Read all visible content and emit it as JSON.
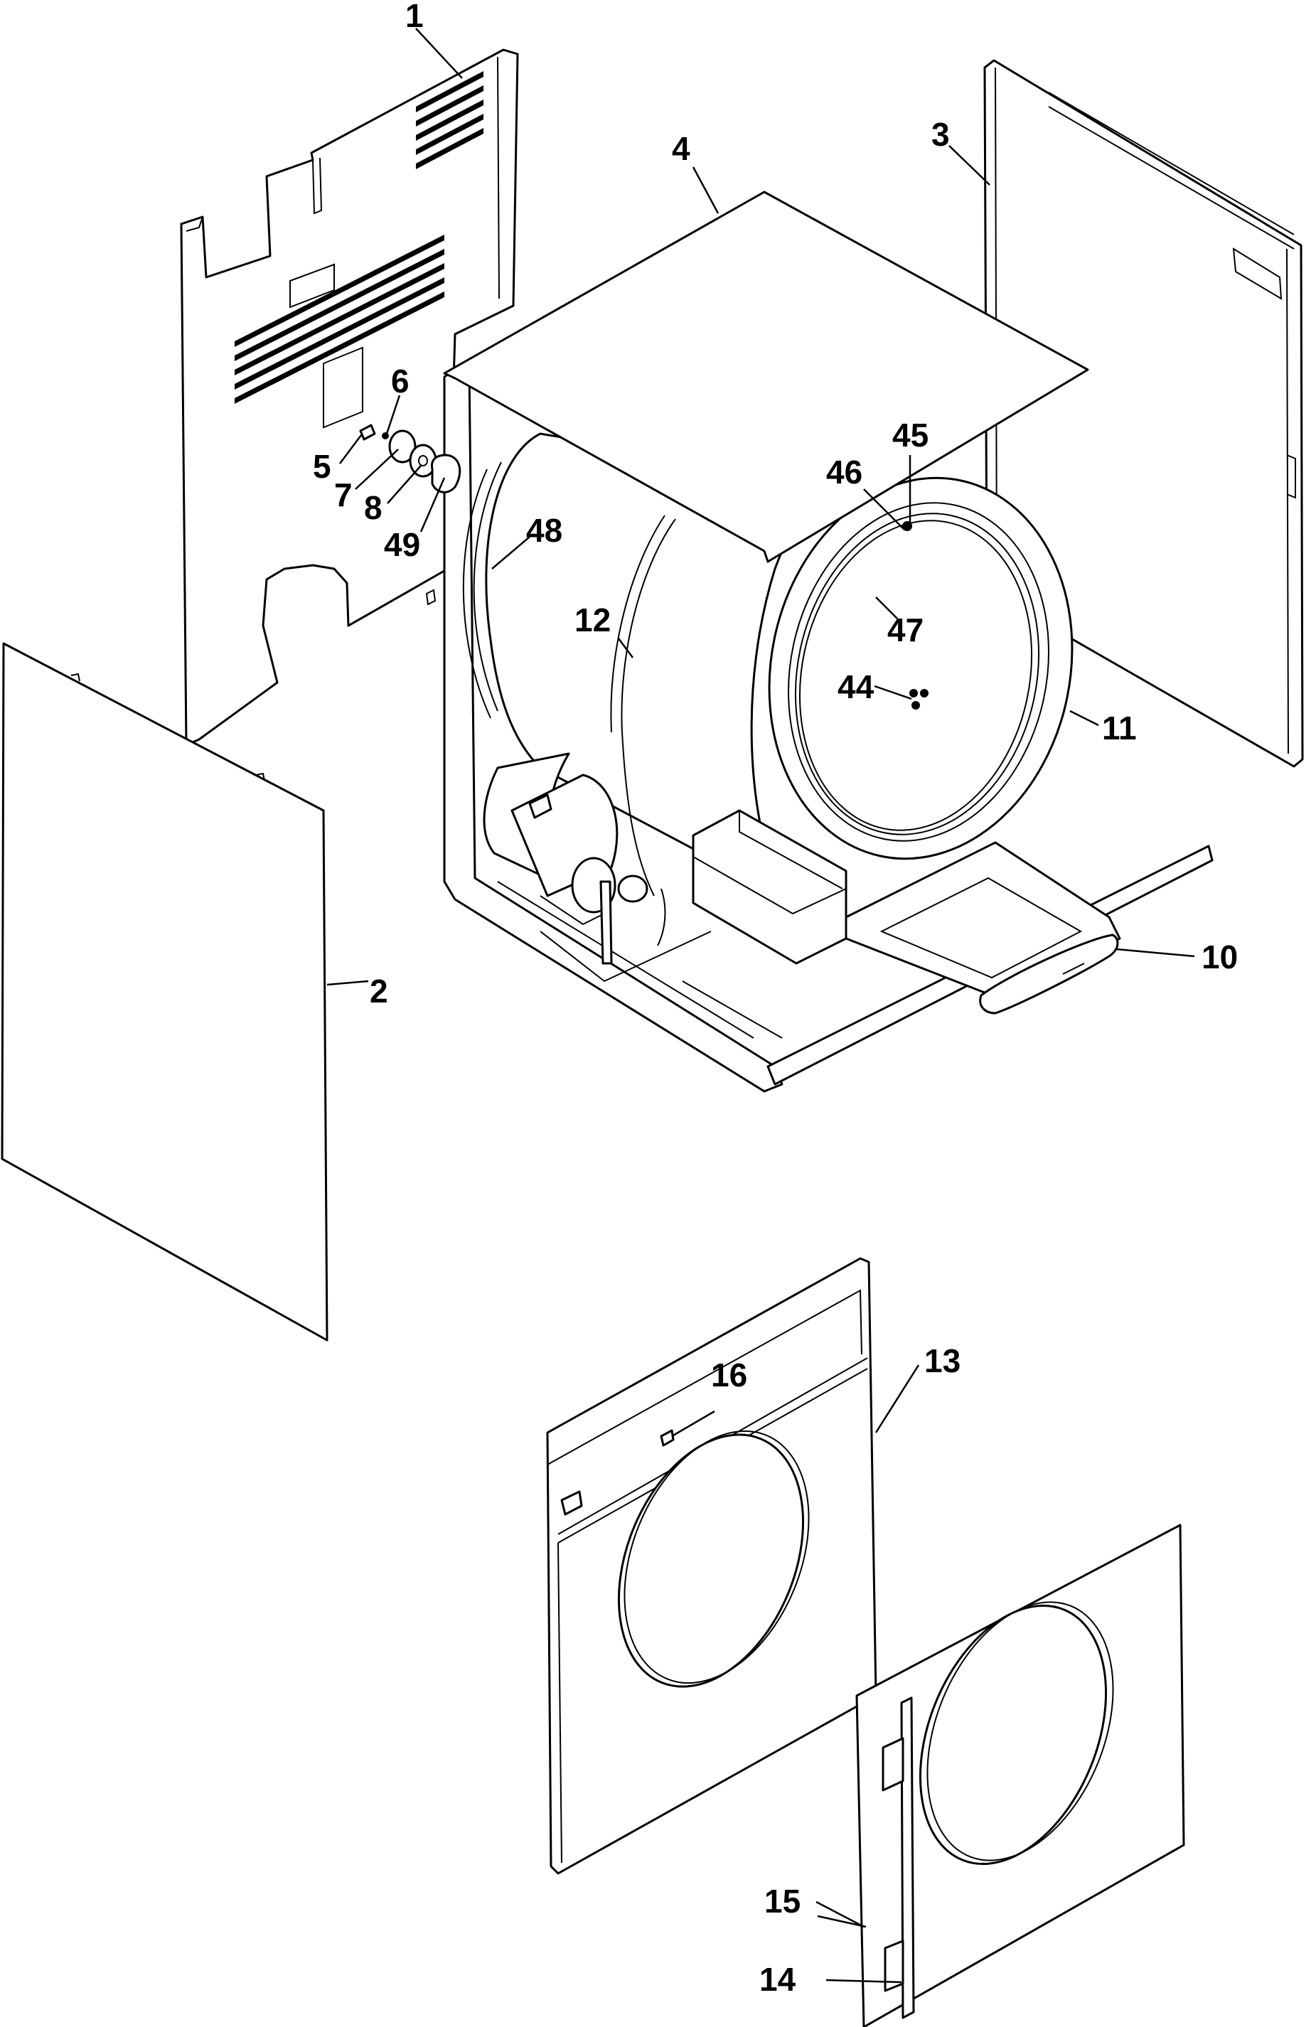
{
  "callouts": {
    "c1": "1",
    "c2": "2",
    "c3": "3",
    "c4": "4",
    "c5": "5",
    "c6": "6",
    "c7": "7",
    "c8": "8",
    "c10": "10",
    "c11": "11",
    "c12": "12",
    "c13": "13",
    "c14": "14",
    "c15": "15",
    "c16": "16",
    "c44": "44",
    "c45": "45",
    "c46": "46",
    "c47": "47",
    "c48": "48",
    "c49": "49"
  },
  "colors": {
    "line": "#000000",
    "background": "#ffffff"
  }
}
